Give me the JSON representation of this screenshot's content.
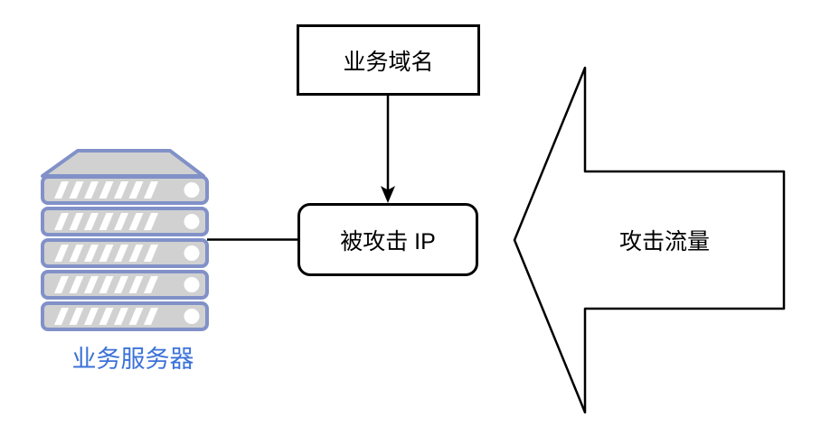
{
  "diagram": {
    "nodes": {
      "domain_box": {
        "label": "业务域名"
      },
      "ip_box": {
        "label": "被攻击 IP"
      },
      "server": {
        "label": "业务服务器"
      },
      "attack_arrow": {
        "label": "攻击流量"
      }
    },
    "colors": {
      "server_fill": "#D1D1D1",
      "server_border": "#8191C8",
      "server_label_text": "#3B72D8",
      "stroke": "#000000",
      "node_fill": "#FFFFFF",
      "background": "#FFFFFF"
    }
  }
}
